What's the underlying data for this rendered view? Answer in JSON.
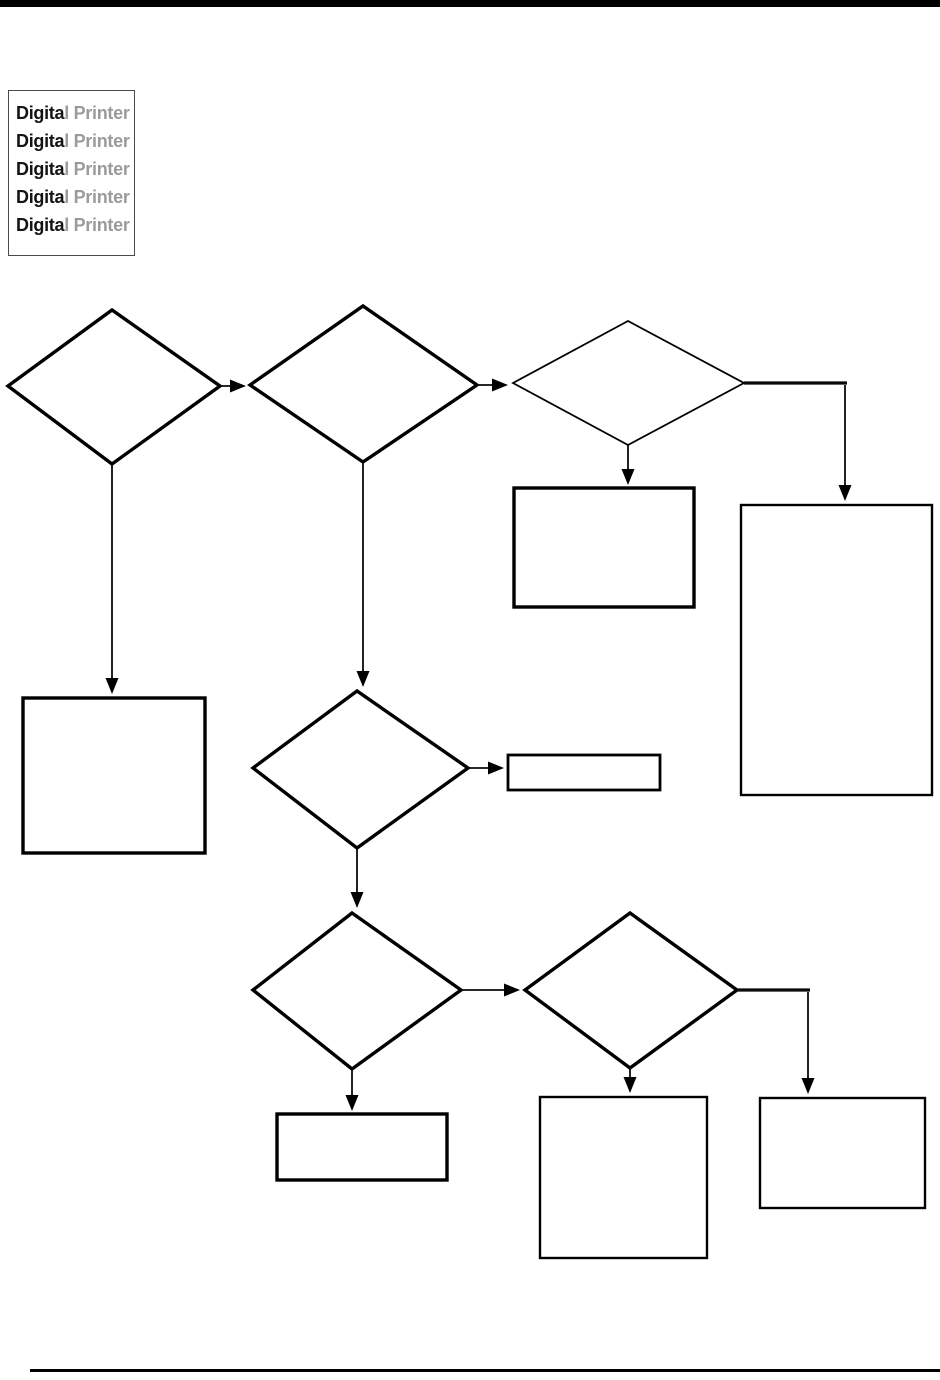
{
  "page": {
    "background": "#ffffff",
    "top_bar_color": "#000000",
    "bottom_rule_color": "#000000"
  },
  "print_sample": {
    "border_color": "#4a4a4a",
    "dark_text_color": "#141414",
    "light_text_color": "#9b9b9b",
    "lines": [
      {
        "dark": "Digita",
        "light": "l Printer"
      },
      {
        "dark": "Digita",
        "light": "l Printer"
      },
      {
        "dark": "Digita",
        "light": "l Printer"
      },
      {
        "dark": "Digita",
        "light": "l Printer"
      },
      {
        "dark": "Digita",
        "light": "l Printer"
      }
    ]
  },
  "flowchart": {
    "stroke_color": "#000000",
    "shape_fill": "#ffffff",
    "decision_count": 6,
    "process_box_count": 7,
    "node_labels": ""
  }
}
